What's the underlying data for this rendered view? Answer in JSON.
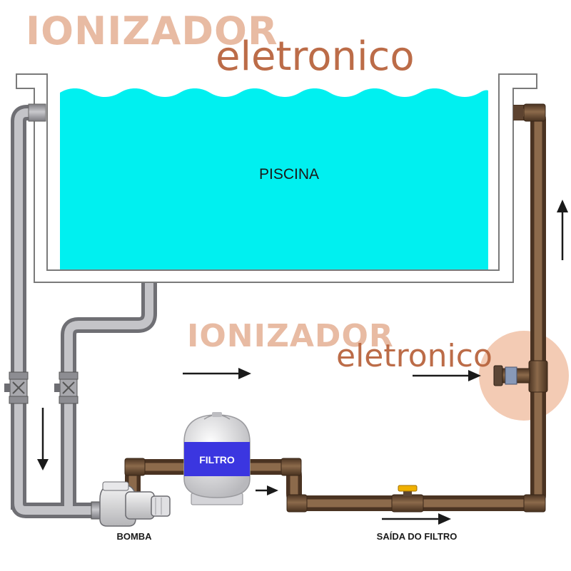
{
  "watermark": {
    "title": "IONIZADOR",
    "subtitle": "eletronico",
    "title_color": "#e6b49a",
    "subtitle_color": "#b9653f"
  },
  "labels": {
    "pool": "PISCINA",
    "filter": "FILTRO",
    "pump": "BOMBA",
    "filter_outlet": "SAÍDA DO FILTRO"
  },
  "colors": {
    "water": "#00f0f0",
    "return_pipe": "#6b4f36",
    "suction_pipe": "#a9a9ad",
    "filter_band": "#3b36e0",
    "highlight": "#f3cbb4",
    "valve_handle": "#f0b000"
  }
}
